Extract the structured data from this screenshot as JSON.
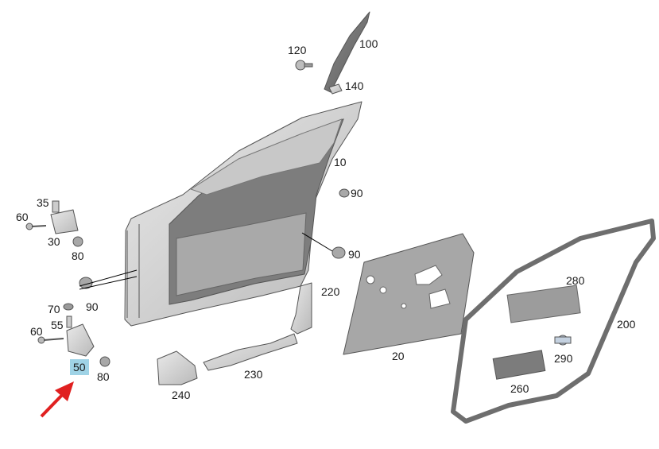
{
  "diagram": {
    "labels": {
      "p10": "10",
      "p20": "20",
      "p30": "30",
      "p35": "35",
      "p50": "50",
      "p55": "55",
      "p60a": "60",
      "p60b": "60",
      "p70": "70",
      "p80a": "80",
      "p80b": "80",
      "p90a": "90",
      "p90b": "90",
      "p90c": "90",
      "p100": "100",
      "p120": "120",
      "p140": "140",
      "p200": "200",
      "p220": "220",
      "p230": "230",
      "p240": "240",
      "p260": "260",
      "p280": "280",
      "p290": "290"
    },
    "highlight_color": "#9fd3e6",
    "arrow_color": "#e02020"
  }
}
